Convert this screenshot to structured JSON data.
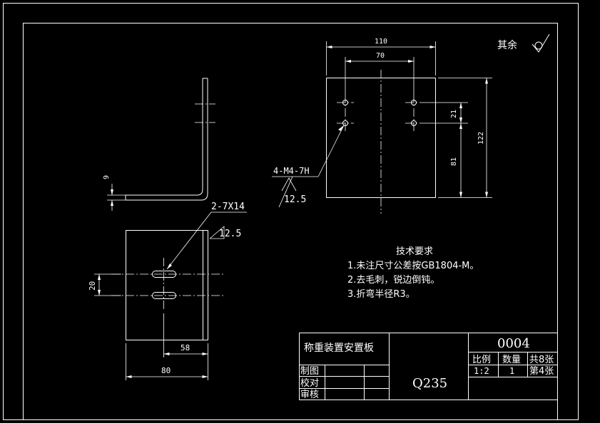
{
  "dimensions": {
    "d110": "110",
    "d70": "70",
    "d21": "21",
    "d81": "81",
    "d122": "122",
    "d9": "9",
    "d20": "20",
    "d58": "58",
    "d80": "80"
  },
  "callouts": {
    "threaded_holes": "4-M4-7H",
    "threaded_roughness": "12.5",
    "slots": "2-7X14",
    "slots_roughness": "12.5"
  },
  "surface_finish": {
    "label": "其余"
  },
  "tech_requirements": {
    "title": "技术要求",
    "items": [
      "1.未注尺寸公差按GB1804-M。",
      "2.去毛刺，锐边倒钝。",
      "3.折弯半径R3。"
    ]
  },
  "title_block": {
    "part_name": "称重装置安置板",
    "drawing_number": "0004",
    "material": "Q235",
    "scale_header": "比例",
    "quantity_header": "数量",
    "total_sheets": "共8张",
    "scale_value": "1:2",
    "quantity_value": "1",
    "sheet_number": "第4张",
    "row_drawn": "制图",
    "row_checked": "校对",
    "row_reviewed": "审核"
  }
}
